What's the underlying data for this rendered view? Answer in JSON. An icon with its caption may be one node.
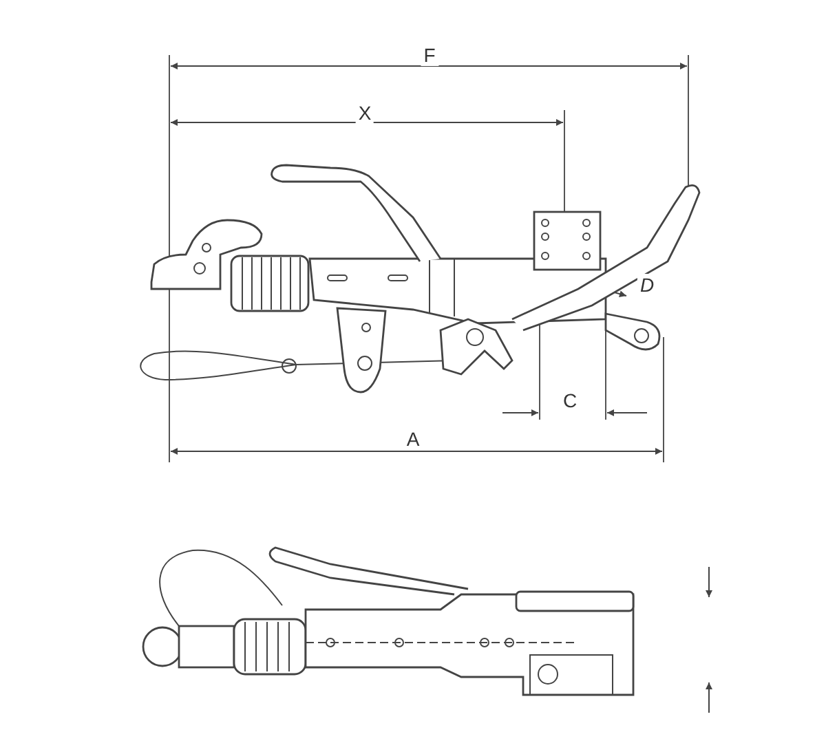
{
  "diagram": {
    "labels": [
      "F",
      "X",
      "D",
      "C",
      "A"
    ]
  }
}
